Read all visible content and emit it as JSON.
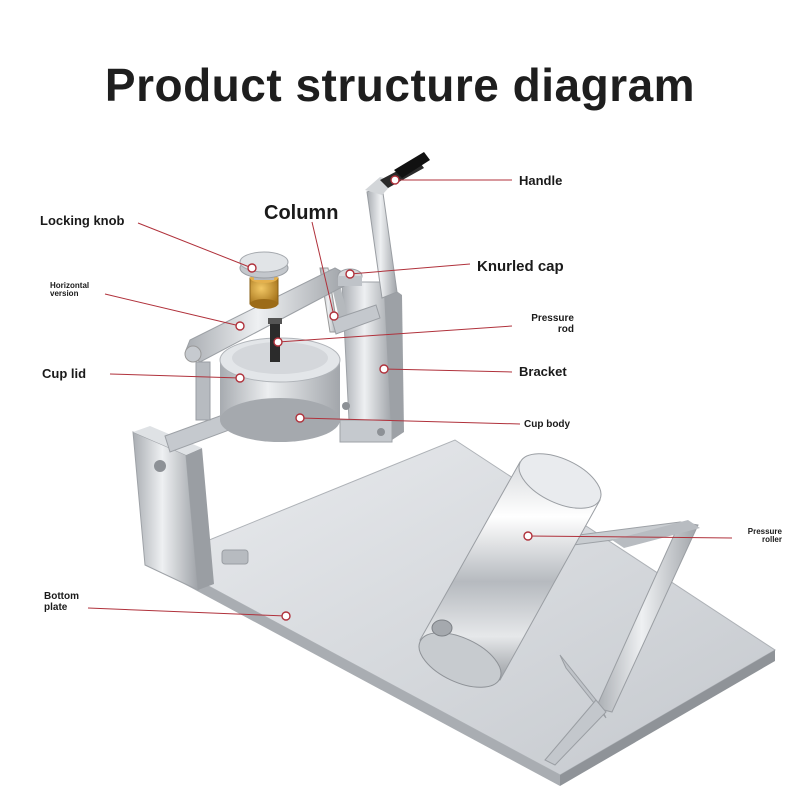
{
  "title": "Product structure diagram",
  "labels": {
    "handle": "Handle",
    "locking_knob": "Locking knob",
    "column": "Column",
    "horizontal_version_l1": "Horizontal",
    "horizontal_version_l2": "version",
    "knurled_cap": "Knurled cap",
    "pressure_rod_l1": "Pressure",
    "pressure_rod_l2": "rod",
    "cup_lid": "Cup lid",
    "bracket": "Bracket",
    "cup_body": "Cup body",
    "pressure_roller_l1": "Pressure",
    "pressure_roller_l2": "roller",
    "bottom_plate_l1": "Bottom",
    "bottom_plate_l2": "plate"
  },
  "colors": {
    "leader_line": "#b0313b",
    "marker_ring": "#b0313b",
    "metal": "#c9ccd0",
    "brass": "#c8952a"
  }
}
